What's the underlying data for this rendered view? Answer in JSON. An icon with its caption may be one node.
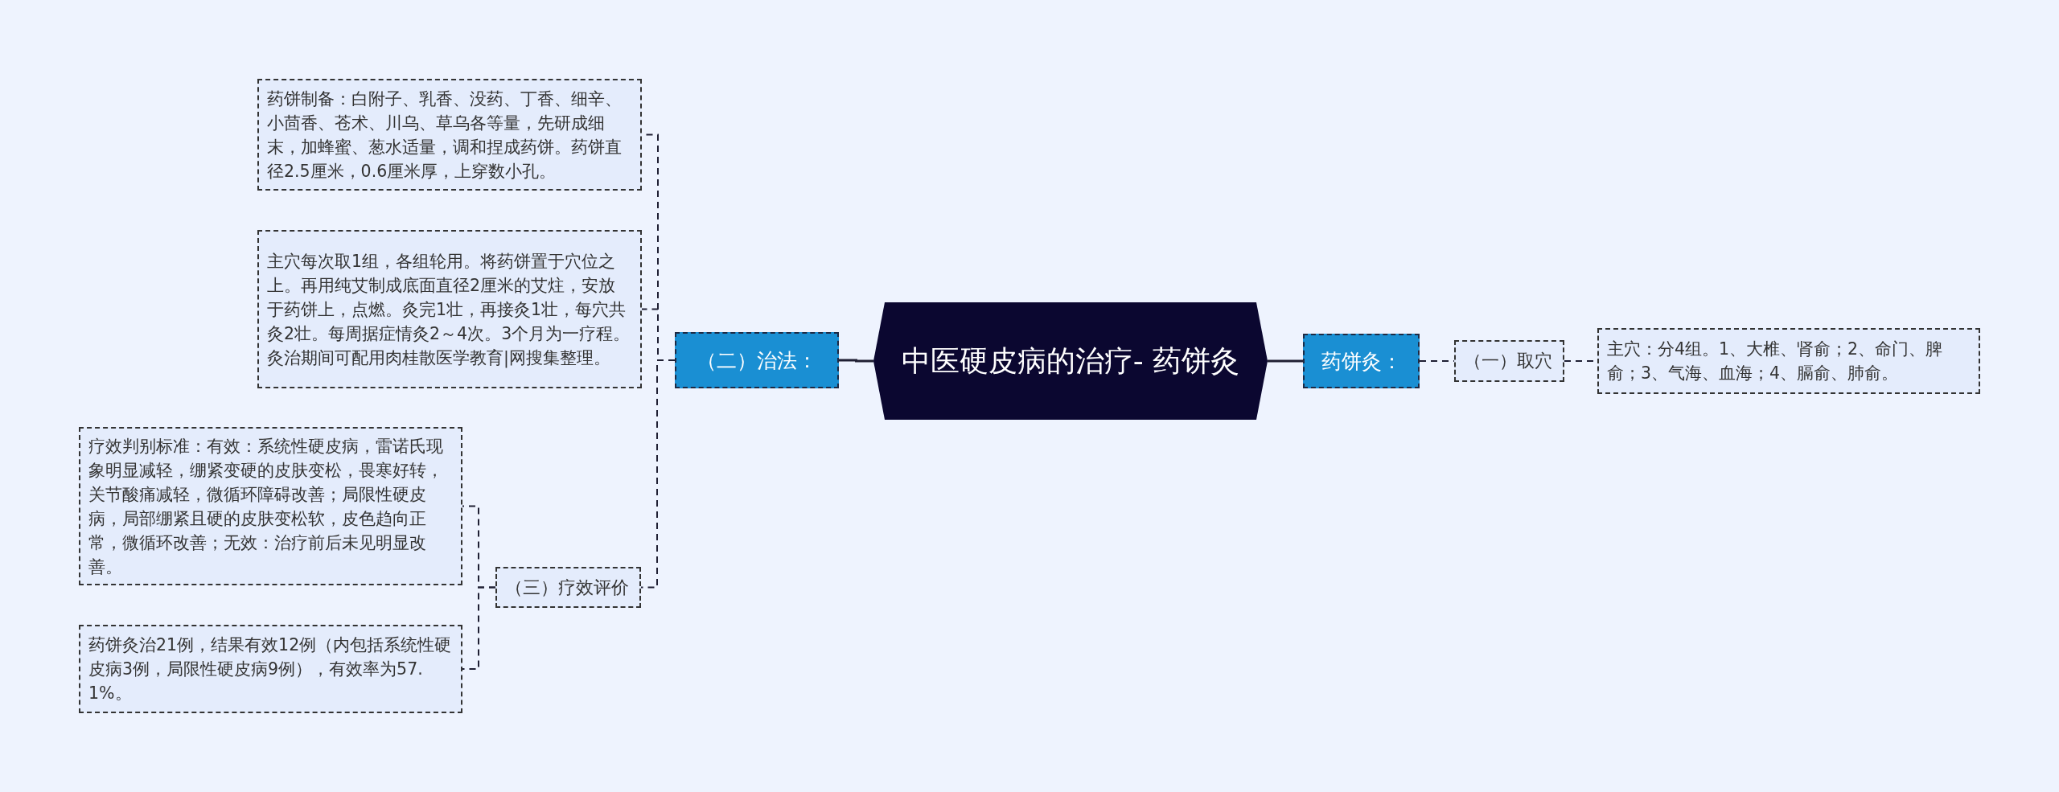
{
  "diagram": {
    "nodes": [
      {
        "text": [
          "中医硬皮病的治疗- 药饼灸"
        ]
      },
      {
        "text": [
          "（二）治法："
        ]
      },
      {
        "text": [
          "药饼制备：白附子、乳香、没药、丁香、细辛、小茴香、苍术、川乌、草乌各等量，先研成细末，加蜂蜜、葱水适量，调和捏成药饼。药饼直径2.5厘米，0.6厘米厚，上穿数小孔。"
        ]
      },
      {
        "text": [
          "主穴每次取1组，各组轮用。将药饼置于穴位之上。再用纯艾制成底面直径2厘米的艾炷，安放于药饼上，点燃。灸完1壮，再接灸1壮，每穴共灸2壮。每周据症情灸2～4次。3个月为一疗程。灸治期间可配用肉桂散医学教育|网搜集整理。"
        ]
      },
      {
        "text": [
          "（三）疗效评价"
        ]
      },
      {
        "text": [
          "疗效判别标准：有效：系统性硬皮病，雷诺氏现象明显减轻，绷紧变硬的皮肤变松，畏寒好转，关节酸痛减轻，微循环障碍改善；局限性硬皮病，局部绷紧且硬的皮肤变松软，皮色趋向正常，微循环改善；无效：治疗前后未见明显改善。"
        ]
      },
      {
        "text": [
          "药饼灸治21例，结果有效12例（内包括系统性硬皮病3例，局限性硬皮病9例），有效率为57.1%。"
        ]
      },
      {
        "text": [
          "药饼灸："
        ]
      },
      {
        "text": [
          "（一）取穴"
        ]
      },
      {
        "text": [
          "主穴：分4组。1、大椎、肾俞；2、命门、脾俞；3、气海、血海；4、膈俞、肺俞。"
        ]
      }
    ],
    "edges": [
      {
        "from": 0,
        "to": 1,
        "arrow": "none"
      },
      {
        "from": 1,
        "to": 2,
        "arrow": "none",
        "style": "dashed"
      },
      {
        "from": 1,
        "to": 3,
        "arrow": "none",
        "style": "dashed"
      },
      {
        "from": 1,
        "to": 4,
        "arrow": "none",
        "style": "dashed"
      },
      {
        "from": 4,
        "to": 5,
        "arrow": "none",
        "style": "dashed"
      },
      {
        "from": 4,
        "to": 6,
        "arrow": "none",
        "style": "dashed"
      },
      {
        "from": 0,
        "to": 7,
        "arrow": "none"
      },
      {
        "from": 7,
        "to": 8,
        "arrow": "none",
        "style": "dashed"
      },
      {
        "from": 8,
        "to": 9,
        "arrow": "none",
        "style": "dashed"
      }
    ]
  }
}
